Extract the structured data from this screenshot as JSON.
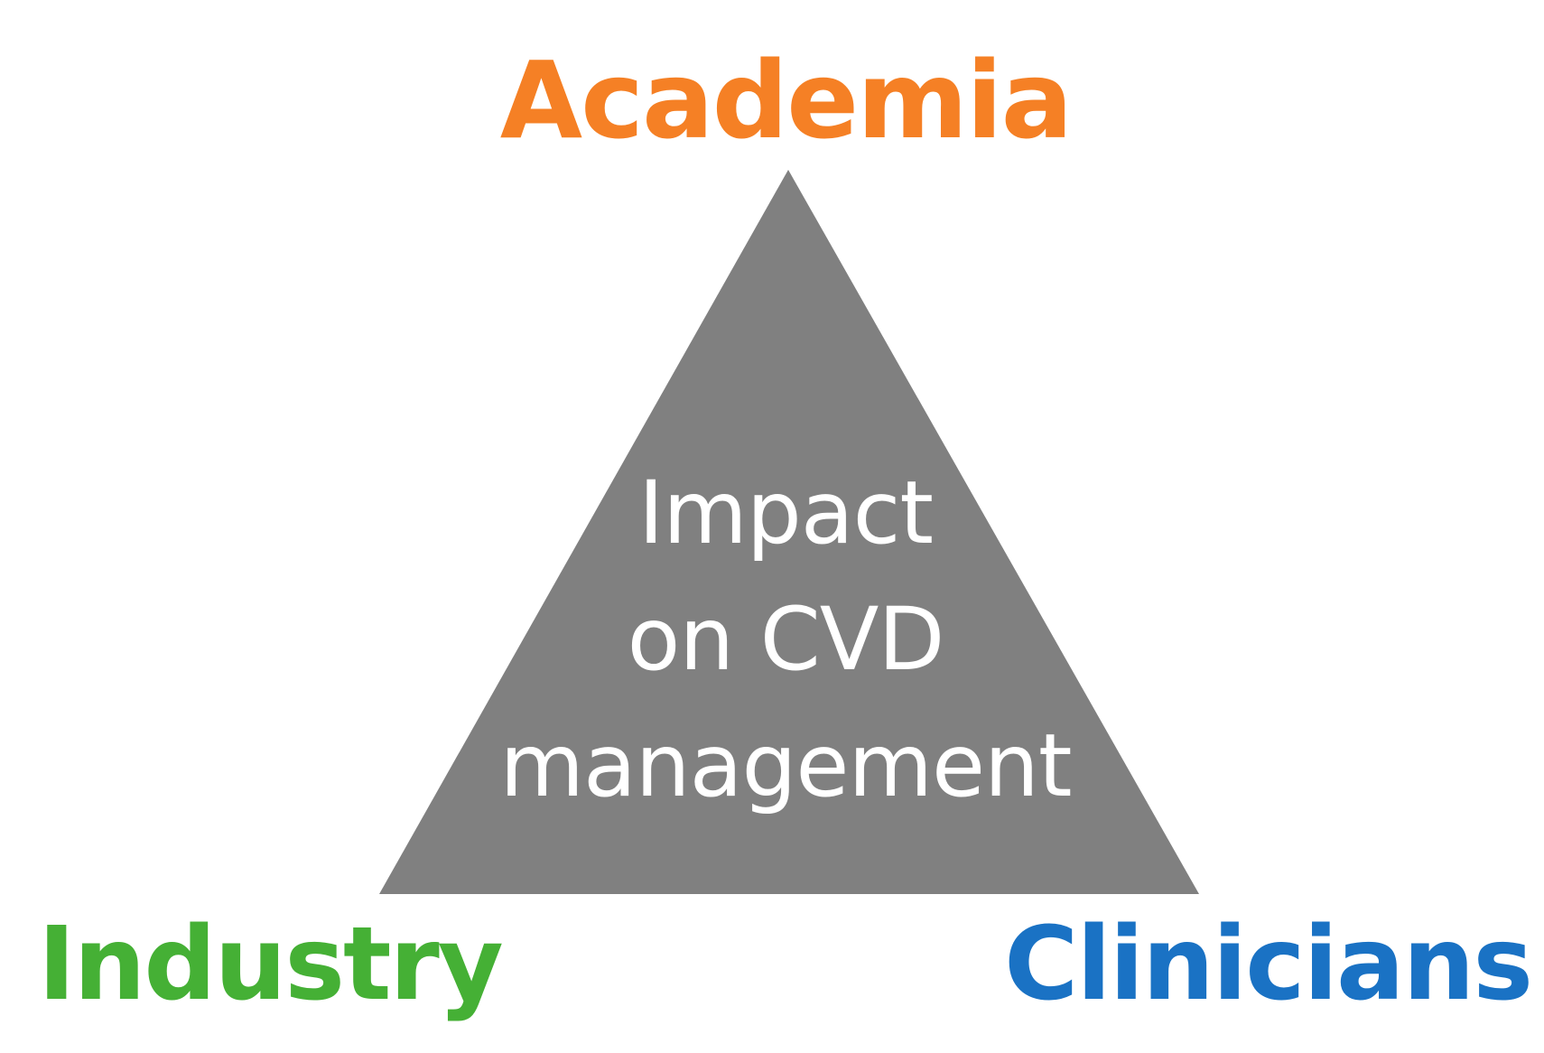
{
  "nodes": {
    "top": {
      "label": "Academia",
      "color": "#F58025"
    },
    "bottom_left": {
      "label": "Industry",
      "color": "#45B035"
    },
    "bottom_right": {
      "label": "Clinicians",
      "color": "#1A72C4"
    }
  },
  "center": {
    "lines": [
      "Impact",
      "on CVD",
      "management"
    ],
    "fill": "#808080",
    "text_color": "#FFFFFF"
  }
}
